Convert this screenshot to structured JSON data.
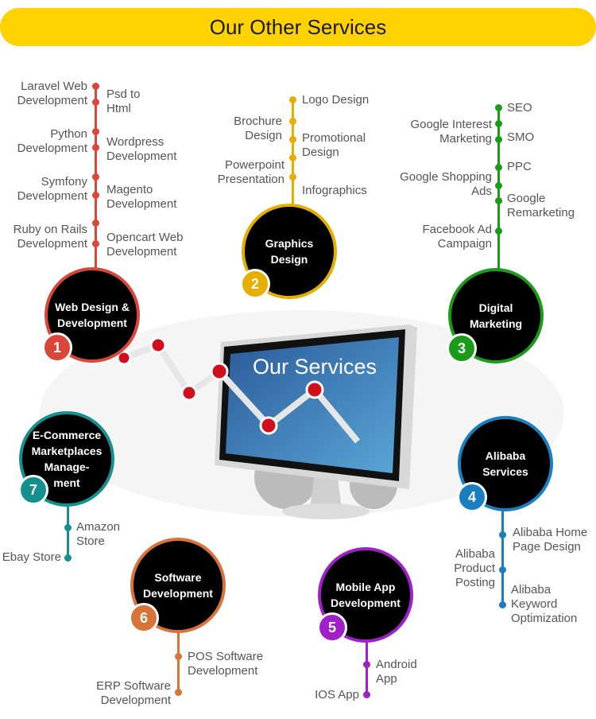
{
  "header": {
    "title": "Our Other Services"
  },
  "monitor": {
    "screen_text": "Our Services",
    "icon": "monitor-chart-icon"
  },
  "services": [
    {
      "number": "1",
      "name": "Web Design &\nDevelopment",
      "color": "#d9463a",
      "items_left": [
        "Laravel Web\nDevelopment",
        "Python\nDevelopment",
        "Symfony\nDevelopment",
        "Ruby on Rails\nDevelopment"
      ],
      "items_right": [
        "Psd to\nHtml",
        "Wordpress\nDevelopment",
        "Magento\nDevelopment",
        "Opencart Web\nDevelopment"
      ]
    },
    {
      "number": "2",
      "name": "Graphics\nDesign",
      "color": "#e6ae00",
      "items_left": [
        "Brochure\nDesign",
        "Powerpoint\nPresentation"
      ],
      "items_right": [
        "Logo Design",
        "Promotional\nDesign",
        "Infographics"
      ]
    },
    {
      "number": "3",
      "name": "Digital\nMarketing",
      "color": "#1a9c1a",
      "items_left": [
        "Google Interest\nMarketing",
        "Google Shopping\nAds",
        "Facebook Ad\nCampaign"
      ],
      "items_right": [
        "SEO",
        "SMO",
        "PPC",
        "Google\nRemarketing"
      ]
    },
    {
      "number": "4",
      "name": "Alibaba\nServices",
      "color": "#1a7fc1",
      "items_left": [
        "Alibaba\nProduct\nPosting"
      ],
      "items_right": [
        "Alibaba Home\nPage Design",
        "Alibaba\nKeyword\nOptimization"
      ]
    },
    {
      "number": "5",
      "name": "Mobile App\nDevelopment",
      "color": "#a020c8",
      "items_left": [
        "IOS App"
      ],
      "items_right": [
        "Android\nApp"
      ]
    },
    {
      "number": "6",
      "name": "Software\nDevelopment",
      "color": "#d9733a",
      "items_left": [
        "ERP Software\nDevelopment"
      ],
      "items_right": [
        "POS Software\nDevelopment"
      ]
    },
    {
      "number": "7",
      "name": "E-Commerce\nMarketplaces\nManage-\nment",
      "color": "#14908f",
      "items_left": [
        "Ebay Store"
      ],
      "items_right": [
        "Amazon\nStore"
      ]
    }
  ]
}
